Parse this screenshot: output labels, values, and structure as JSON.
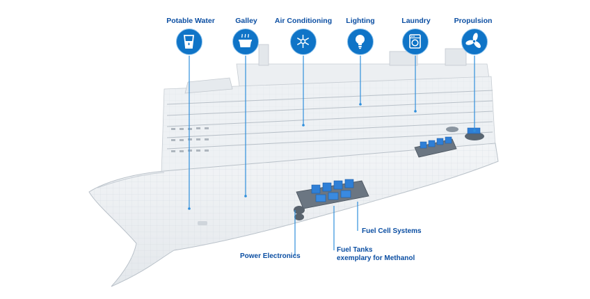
{
  "systems": [
    {
      "key": "potable_water",
      "label": "Potable Water",
      "icon": "water-glass-icon"
    },
    {
      "key": "galley",
      "label": "Galley",
      "icon": "cooking-pot-icon"
    },
    {
      "key": "air_conditioning",
      "label": "Air Conditioning",
      "icon": "snowflake-sun-icon"
    },
    {
      "key": "lighting",
      "label": "Lighting",
      "icon": "light-bulb-icon"
    },
    {
      "key": "laundry",
      "label": "Laundry",
      "icon": "washing-machine-icon"
    },
    {
      "key": "propulsion",
      "label": "Propulsion",
      "icon": "propeller-icon"
    }
  ],
  "components": {
    "fuel_cell_systems": "Fuel Cell Systems",
    "power_electronics": "Power Electronics",
    "fuel_tanks_line1": "Fuel Tanks",
    "fuel_tanks_line2": "exemplary for Methanol"
  },
  "colors": {
    "accent": "#0b4ea2",
    "icon_fill": "#0f74c7",
    "hull": "#eef1f4",
    "equipment": "#2f7fd6"
  }
}
